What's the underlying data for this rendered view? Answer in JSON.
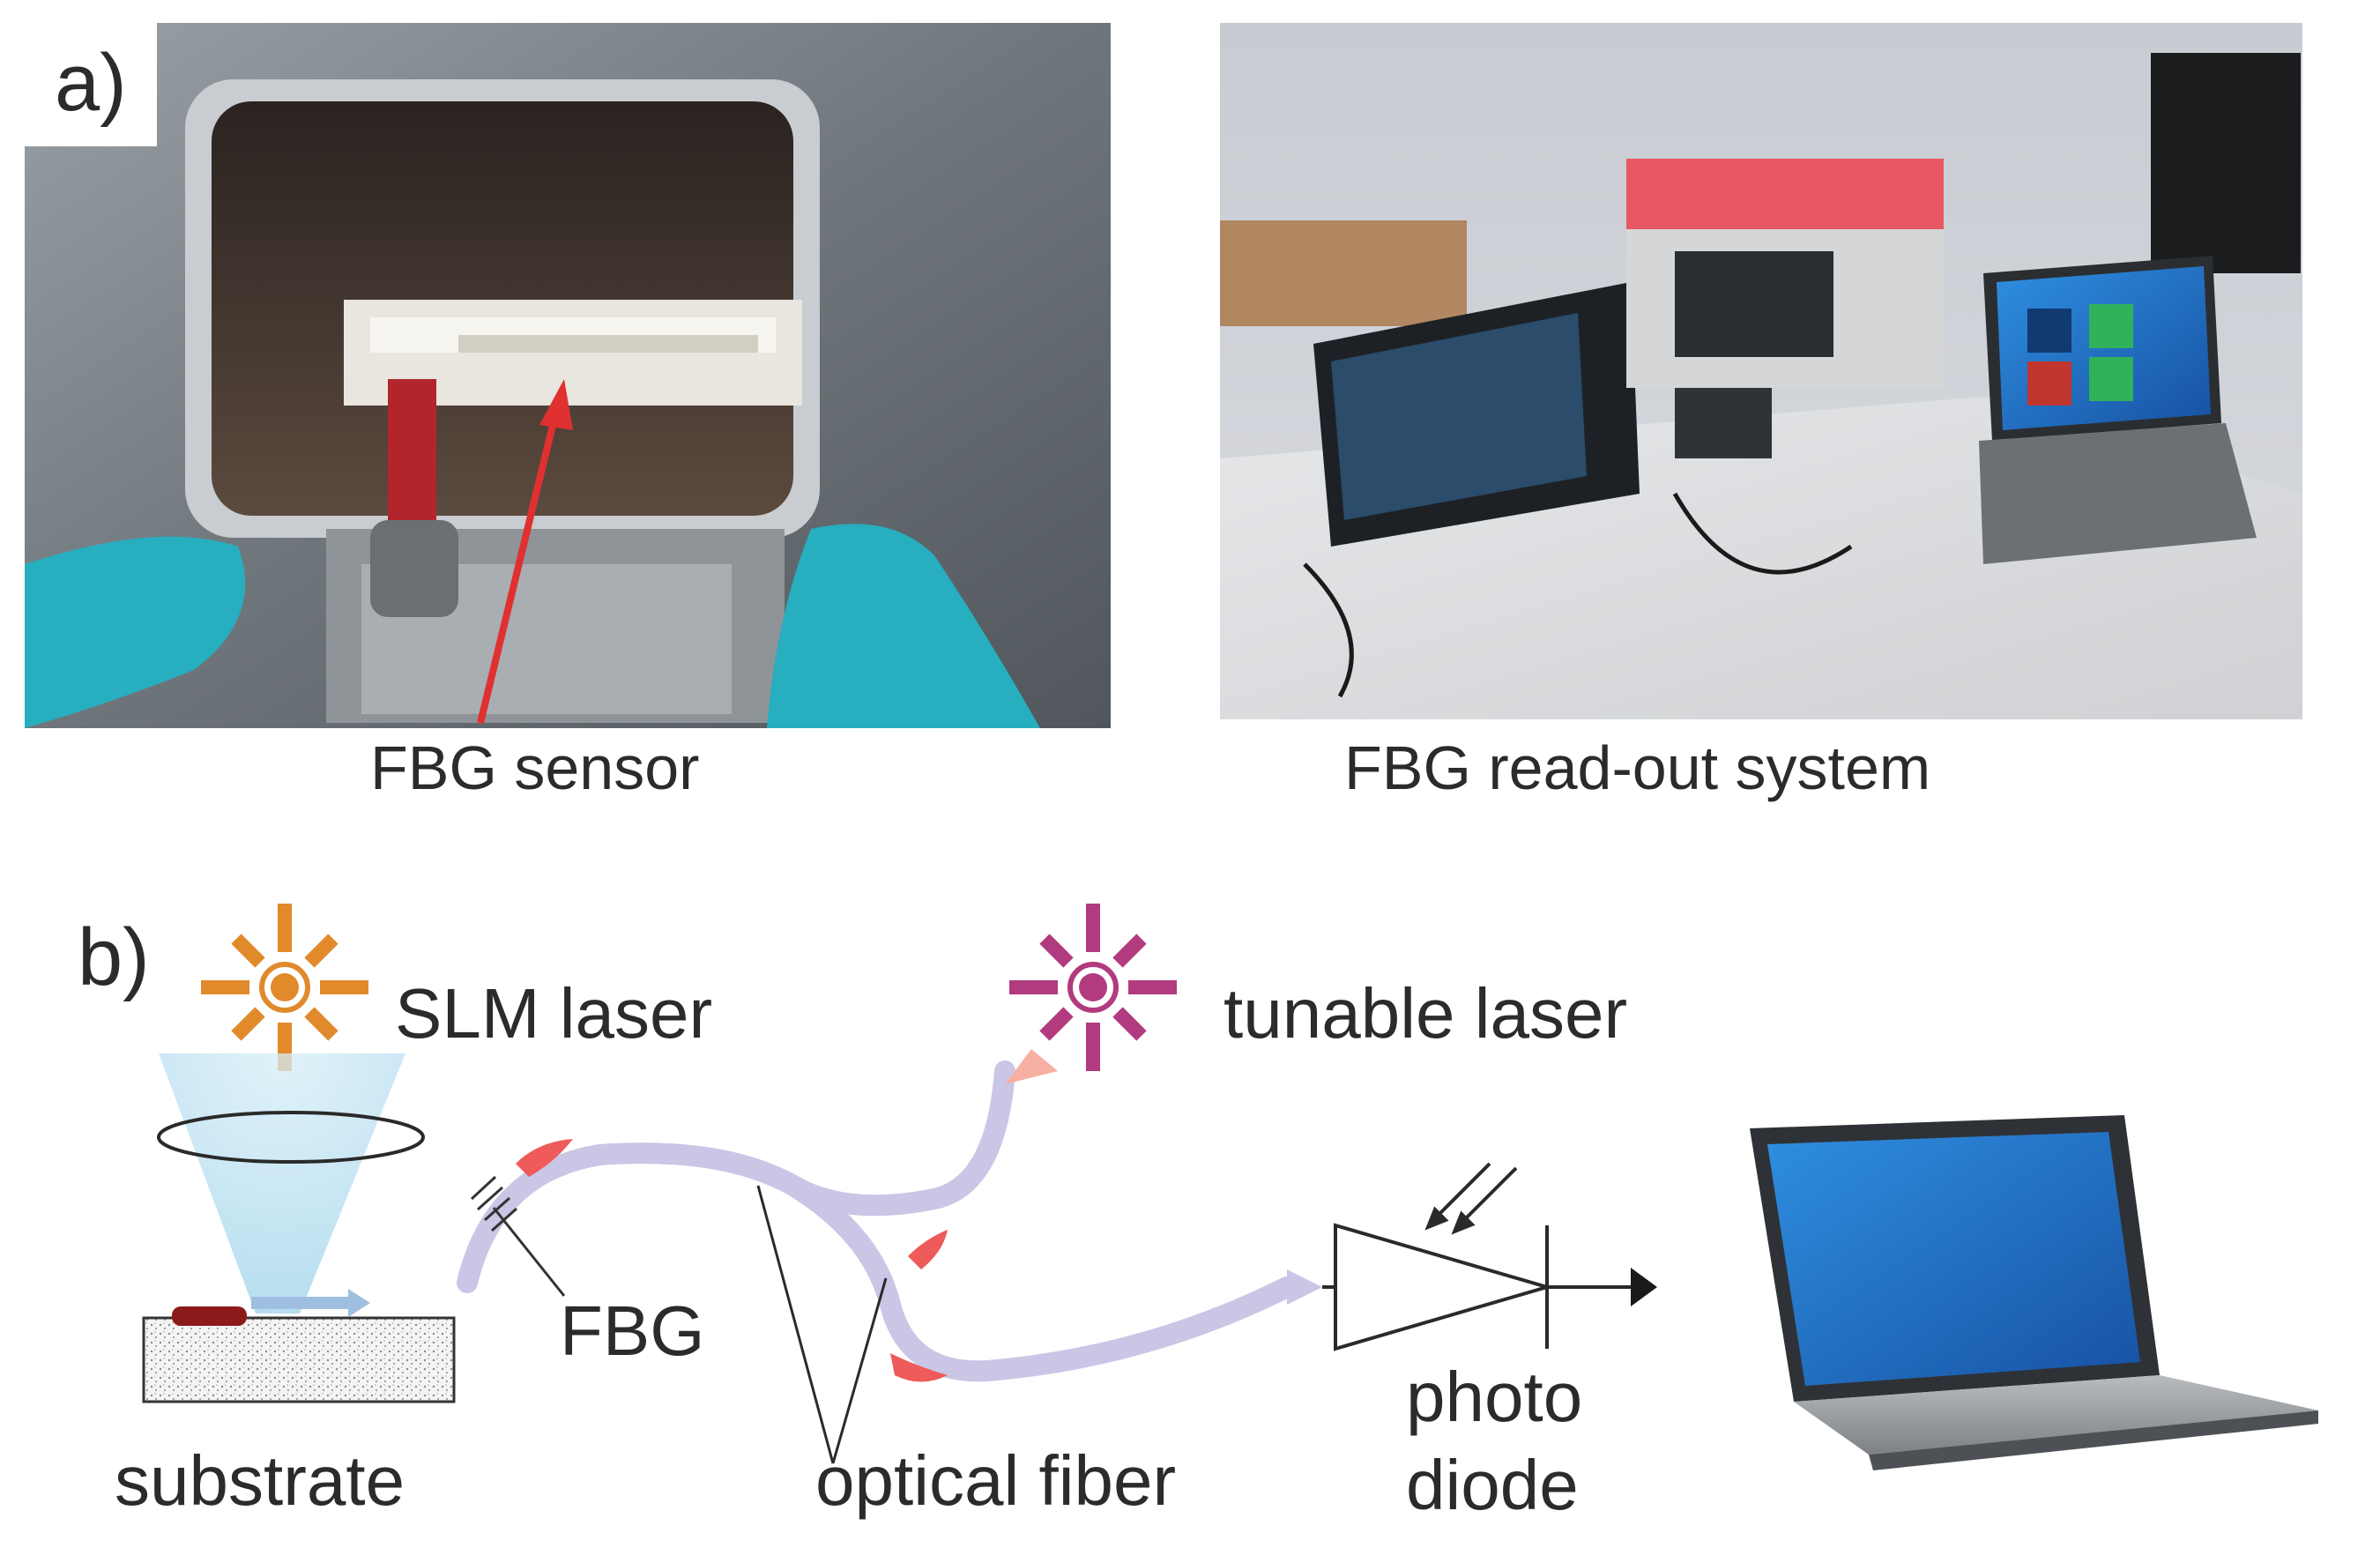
{
  "panel_a": {
    "letter": "a)",
    "photo_left_caption": "FBG sensor",
    "photo_right_caption": "FBG read-out system"
  },
  "panel_b": {
    "letter": "b)",
    "slm_laser": "SLM laser",
    "tunable_laser": "tunable laser",
    "fbg": "FBG",
    "substrate": "substrate",
    "optical_fiber": "optical fiber",
    "photo_diode_line1": "photo",
    "photo_diode_line2": "diode"
  },
  "colors": {
    "slm_laser": "#e08a2c",
    "tunable_laser": "#b23a7e",
    "fiber": "#c9c6e6",
    "fiber_marker": "#ef5a5a",
    "beam": "#bfe3f2",
    "arrow_red": "#e03030",
    "glove": "#2bb6c6",
    "laptop_screen": "#1f6fc6"
  },
  "icons": [
    "slm-laser-icon",
    "tunable-laser-icon",
    "lens-icon",
    "photodiode-icon",
    "laptop-icon"
  ]
}
